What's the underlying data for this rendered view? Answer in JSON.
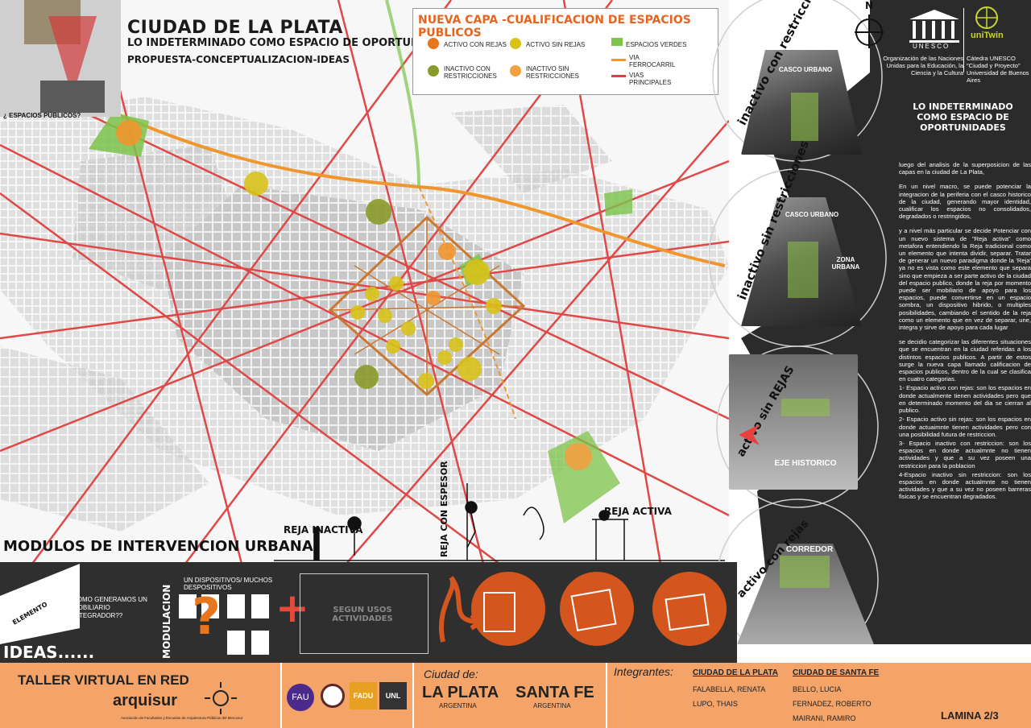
{
  "header": {
    "title": "CIUDAD DE LA PLATA",
    "subtitle": "LO INDETERMINADO COMO ESPACIO DE OPORTUNIDADES",
    "subtitle2": "PROPUESTA-CONCEPTUALIZACION-IDEAS",
    "question": "¿ ESPACIOS PÚBLICOS?"
  },
  "legend": {
    "title": "NUEVA CAPA -CUALIFICACION DE ESPACIOS PUBLICOS",
    "items": {
      "activo_con_rejas": "ACTIVO CON REJAS",
      "activo_sin_rejas": "ACTIVO SIN REJAS",
      "espacios_verdes": "ESPACIOS VERDES",
      "inactivo_con": "INACTIVO CON RESTRICCIONES",
      "inactivo_sin": "INACTIVO SIN RESTRICCIONES",
      "via_ferrocarril": "VIA FERROCARRIL",
      "vias_principales": "VIAS PRINCIPALES"
    },
    "colors": {
      "orange": "#e8761e",
      "yellow": "#d8c21a",
      "green": "#7cc34a",
      "olive": "#8a9a2a",
      "lightorange": "#f2a040",
      "red": "#e04040"
    }
  },
  "map_labels": {
    "modulos": "MODULOS DE INTERVENCION URBANA",
    "reja_inactiva": "REJA INACTIVA",
    "reja_con_espesor": "REJA CON ESPESOR",
    "reja_activa": "REJA ACTIVA"
  },
  "side_sections": [
    {
      "label": "inactivo con restricciones",
      "photo_label": "CASCO URBANO",
      "photo_label2": ""
    },
    {
      "label": "inactivo sin restricciones",
      "photo_label": "CASCO URBANO",
      "photo_label2": "ZONA URBANA"
    },
    {
      "label": "activo sin REJAS",
      "photo_label": "EJE HISTORICO",
      "photo_label2": ""
    },
    {
      "label": "activo con rejas",
      "photo_label": "CORREDOR",
      "photo_label2": ""
    }
  ],
  "right_panel": {
    "compass": "N",
    "unesco": "UNESCO",
    "unitwin": "uniTwin",
    "org_text": "Organización de las Naciones Unidas para la Educación, la Ciencia y la Cultura",
    "catedra_text": "Cátedra UNESCO \"Ciudad y Proyecto\" Universidad de Buenos Aires",
    "title": "LO INDETERMINADO COMO ESPACIO DE OPORTUNIDADES",
    "paragraphs": [
      "luego del analisis de la superposicion de las capas en la ciudad de La Plata,",
      "En un nivel macro, se puede potenciar la integracion de la periferia con el casco historico de la ciudad, generando mayor identidad, cualificar los espacios no consolidados, degradados o restringidos,",
      "y a nivel más particular se decide Potenciar con un nuevo sistema de \"Reja activa\" como metafora entendiendo la Reja tradicional como un elemento que intenta dividir, separar. Tratar de generar un nuevo paradigma donde la 'Reja' ya no es vista como este elemento que separa sino que empieza a ser parte activo de la ciudad del espacio publico, donde la reja por momento puede ser mobiliario de apoyo para los espacios, puede convertirse en un espacio sombra, un dispositivo hibrido, o multiples posibilidades, cambiando el sentido de la reja como un elemento que en vez de separar, une, integra y sirve de apoyo para cada lugar",
      "se decidio categorizar las diferentes situaciones que se encuentran en la ciudad referidas a los distintos espacios publicos. A partir de estos surge la nueva capa llamado calificacion de espacios publicos, dentro de la cual se clasifica en cuatro categorias.",
      "1- Espacio activo con rejas: son los espacios en donde actualmente tienen actividades pero que en determinado momento del dia se cierran al publico.",
      "2- Espacio activo sin rejas: son los espacios en donde actuaimnte tienen actividades pero con una posibilidad futura de restriccion.",
      "3- Espacio inactivo con restriccion: son los espacios en donde actualmnte no tienen actividades y que a su vez poseen una restriccion para la poblacion",
      "4-Espacio inactivo sin restriccion: son los espacios en donde actualmnte no tienen actividades y que a su vez no poseen barreras fisicas y se encuentran degradados."
    ]
  },
  "ideas_strip": {
    "elemento": "ELEMENTO",
    "ideas": "IDEAS......",
    "como": "COMO GENERAMOS UN MOBILIARIO INTEGRADOR??",
    "modulacion": "MODULACION",
    "dispositivos": "UN DISPOSITIVOS/ MUCHOS DESPOSITIVOS",
    "segun": "SEGUN USOS ACTIVIDADES",
    "question_mark": "?",
    "plus": "+"
  },
  "footer": {
    "taller": "TALLER VIRTUAL EN RED",
    "arquisur": "arquisur",
    "arquisur_sub": "Asociación de Facultades y Escuelas de Arquitectura Públicas del Mercosur",
    "logos": [
      "FAU",
      "FADU",
      "UNL"
    ],
    "ciudad_de": "Ciudad de:",
    "city1": "LA PLATA",
    "country1": "ARGENTINA",
    "city2": "SANTA FE",
    "country2": "ARGENTINA",
    "integrantes": "Integrantes:",
    "group1_title": "CIUDAD DE LA PLATA",
    "group1": [
      "FALABELLA, RENATA",
      "LUPO, THAIS"
    ],
    "group2_title": "CIUDAD DE SANTA FE",
    "group2": [
      "BELLO, LUCIA",
      "FERNADEZ, ROBERTO",
      "MAIRANI, RAMIRO"
    ],
    "lamina": "LAMINA 2/3"
  }
}
